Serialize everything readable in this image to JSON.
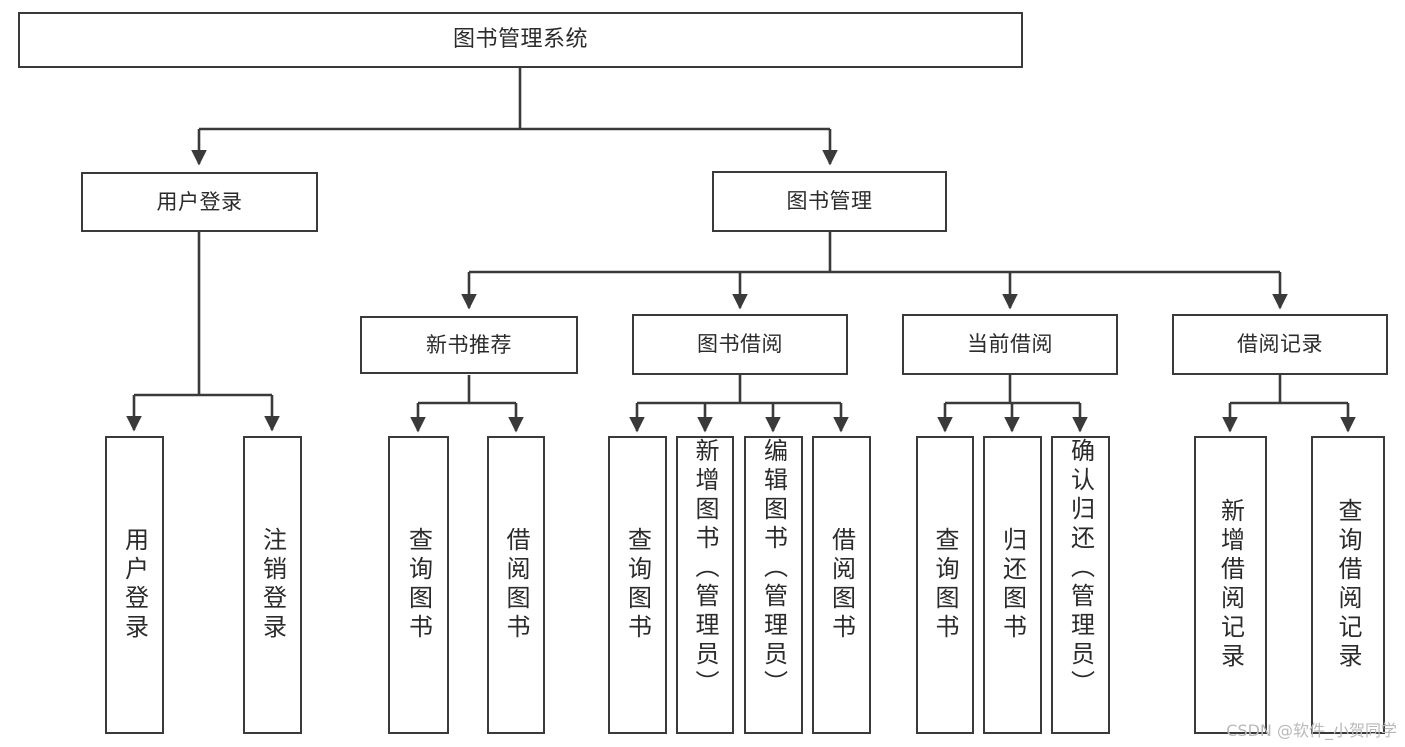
{
  "diagram": {
    "title": "图书管理系统",
    "type": "tree-hierarchy",
    "orientation": "top-down",
    "watermark": "CSDN @软件_小贺同学",
    "style": {
      "box_fill": "#ffffff",
      "box_stroke": "#3a3a3a",
      "edge_color": "#3a3a3a",
      "text_color": "#2b2b2b",
      "background": "#ffffff"
    }
  },
  "nodes": {
    "root": {
      "label": "图书管理系统",
      "level": 1
    },
    "l2": [
      {
        "id": "user-login",
        "label": "用户登录",
        "level": 2
      },
      {
        "id": "book-manage",
        "label": "图书管理",
        "level": 2
      }
    ],
    "l3": [
      {
        "id": "new-book-recommend",
        "label": "新书推荐",
        "level": 3,
        "parent": "book-manage"
      },
      {
        "id": "book-borrow",
        "label": "图书借阅",
        "level": 3,
        "parent": "book-manage"
      },
      {
        "id": "current-borrow",
        "label": "当前借阅",
        "level": 3,
        "parent": "book-manage"
      },
      {
        "id": "borrow-record",
        "label": "借阅记录",
        "level": 3,
        "parent": "book-manage"
      }
    ],
    "leaves": [
      {
        "id": "leaf-user-login",
        "label": "用户登录",
        "parent": "user-login"
      },
      {
        "id": "leaf-logout-login",
        "label": "注销登录",
        "parent": "user-login"
      },
      {
        "id": "leaf-query-book-1",
        "label": "查询图书",
        "parent": "new-book-recommend"
      },
      {
        "id": "leaf-borrow-book-1",
        "label": "借阅图书",
        "parent": "new-book-recommend"
      },
      {
        "id": "leaf-query-book-2",
        "label": "查询图书",
        "parent": "book-borrow"
      },
      {
        "id": "leaf-add-book",
        "label": "新增图书（管理员）",
        "parent": "book-borrow"
      },
      {
        "id": "leaf-edit-book",
        "label": "编辑图书（管理员）",
        "parent": "book-borrow"
      },
      {
        "id": "leaf-borrow-book-2",
        "label": "借阅图书",
        "parent": "book-borrow"
      },
      {
        "id": "leaf-query-book-3",
        "label": "查询图书",
        "parent": "current-borrow"
      },
      {
        "id": "leaf-return-book",
        "label": "归还图书",
        "parent": "current-borrow"
      },
      {
        "id": "leaf-confirm-return",
        "label": "确认归还（管理员）",
        "parent": "current-borrow"
      },
      {
        "id": "leaf-add-record",
        "label": "新增借阅记录",
        "parent": "borrow-record"
      },
      {
        "id": "leaf-query-record",
        "label": "查询借阅记录",
        "parent": "borrow-record"
      }
    ]
  }
}
